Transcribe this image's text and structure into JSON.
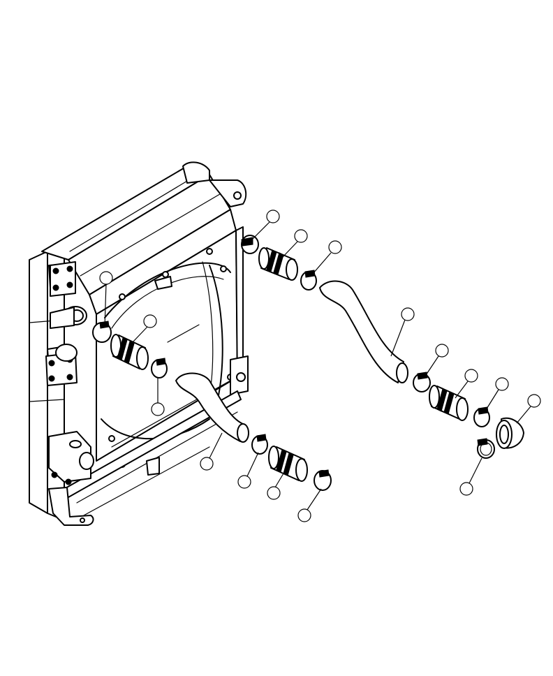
{
  "diagram": {
    "type": "exploded-parts-view",
    "subject": "radiator-and-charge-air-cooler-hoses",
    "callouts": [
      {
        "id": "c1",
        "label": ""
      },
      {
        "id": "c2",
        "label": ""
      },
      {
        "id": "c3",
        "label": ""
      },
      {
        "id": "c4",
        "label": ""
      },
      {
        "id": "c5",
        "label": ""
      },
      {
        "id": "c6",
        "label": ""
      },
      {
        "id": "c7",
        "label": ""
      },
      {
        "id": "c8",
        "label": ""
      },
      {
        "id": "c9",
        "label": ""
      },
      {
        "id": "c10",
        "label": ""
      },
      {
        "id": "c11",
        "label": ""
      },
      {
        "id": "c12",
        "label": ""
      },
      {
        "id": "c13",
        "label": ""
      },
      {
        "id": "c14",
        "label": ""
      },
      {
        "id": "c15",
        "label": ""
      },
      {
        "id": "c16",
        "label": ""
      },
      {
        "id": "c17",
        "label": ""
      }
    ]
  }
}
